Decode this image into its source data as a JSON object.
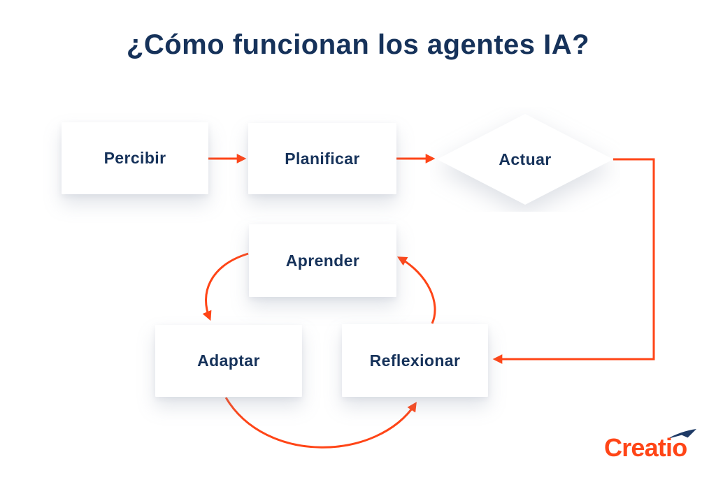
{
  "page": {
    "title": "¿Cómo funcionan los agentes IA?"
  },
  "colors": {
    "accent_orange": "#FF4517",
    "navy_text": "#16325A",
    "node_fill": "#FFFFFF",
    "background": "#FFFFFF"
  },
  "diagram": {
    "nodes": [
      {
        "id": "percibir",
        "label": "Percibir",
        "shape": "rect"
      },
      {
        "id": "planificar",
        "label": "Planificar",
        "shape": "rect"
      },
      {
        "id": "actuar",
        "label": "Actuar",
        "shape": "diamond"
      },
      {
        "id": "aprender",
        "label": "Aprender",
        "shape": "rect"
      },
      {
        "id": "adaptar",
        "label": "Adaptar",
        "shape": "rect"
      },
      {
        "id": "reflexionar",
        "label": "Reflexionar",
        "shape": "rect"
      }
    ],
    "edges": [
      {
        "from": "Percibir",
        "to": "Planificar",
        "style": "straight"
      },
      {
        "from": "Planificar",
        "to": "Actuar",
        "style": "straight"
      },
      {
        "from": "Actuar",
        "to": "Reflexionar",
        "style": "elbow"
      },
      {
        "from": "Aprender",
        "to": "Adaptar",
        "style": "curve"
      },
      {
        "from": "Adaptar",
        "to": "Reflexionar",
        "style": "curve"
      },
      {
        "from": "Reflexionar",
        "to": "Aprender",
        "style": "curve"
      }
    ]
  },
  "logo": {
    "text": "Creatio",
    "icon": "paper-plane-icon"
  }
}
